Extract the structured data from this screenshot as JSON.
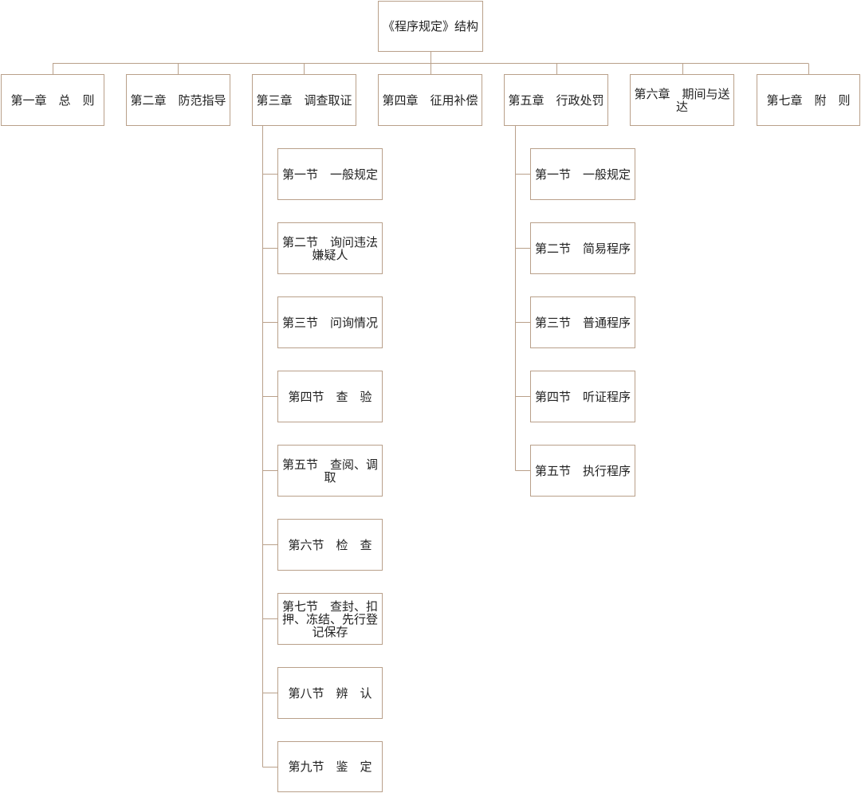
{
  "colors": {
    "border": "#b9a08a",
    "connector": "#b9a08a",
    "text": "#222222",
    "background": "#ffffff"
  },
  "root": "《程序规定》结构",
  "chapters": [
    {
      "label": "第一章　总　则",
      "sections": []
    },
    {
      "label": "第二章　防范指导",
      "sections": []
    },
    {
      "label": "第三章　调查取证",
      "sections": [
        "第一节　一般规定",
        "第二节　询问违法嫌疑人",
        "第三节　问询情况",
        "第四节　查　验",
        "第五节　查阅、调取",
        "第六节　检　查",
        "第七节　查封、扣押、冻结、先行登记保存",
        "第八节　辨　认",
        "第九节　鉴　定"
      ]
    },
    {
      "label": "第四章　征用补偿",
      "sections": []
    },
    {
      "label": "第五章　行政处罚",
      "sections": [
        "第一节　一般规定",
        "第二节　简易程序",
        "第三节　普通程序",
        "第四节　听证程序",
        "第五节　执行程序"
      ]
    },
    {
      "label": "第六章　期间与送达",
      "sections": []
    },
    {
      "label": "第七章　附　则",
      "sections": []
    }
  ]
}
